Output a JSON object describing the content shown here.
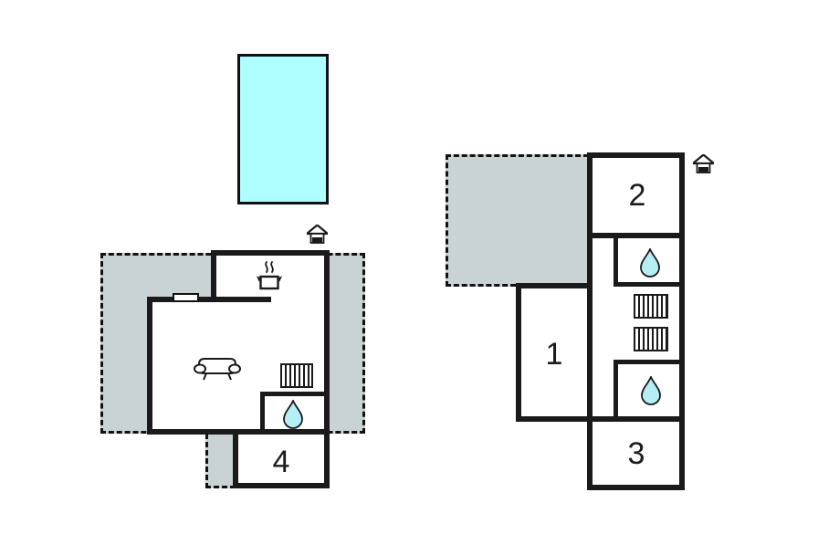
{
  "plan": {
    "type": "floor-plan",
    "colors": {
      "wall": "#1a1a1a",
      "terrace_fill": "#c9d3d5",
      "pool_fill": "#aefeff",
      "water_drop_fill": "#b5eff5"
    },
    "left_unit": {
      "rooms": {
        "room4_label": "4"
      },
      "icons": [
        "pool",
        "terrace",
        "entrance-house-icon",
        "pot-steam-icon",
        "window-icon",
        "sofa-icon",
        "radiator-icon",
        "water-drop-icon"
      ]
    },
    "right_unit": {
      "rooms": {
        "room1_label": "1",
        "room2_label": "2",
        "room3_label": "3"
      },
      "icons": [
        "terrace",
        "entrance-house-icon",
        "water-drop-icon",
        "water-drop-icon",
        "radiator-icon",
        "radiator-icon"
      ]
    }
  }
}
